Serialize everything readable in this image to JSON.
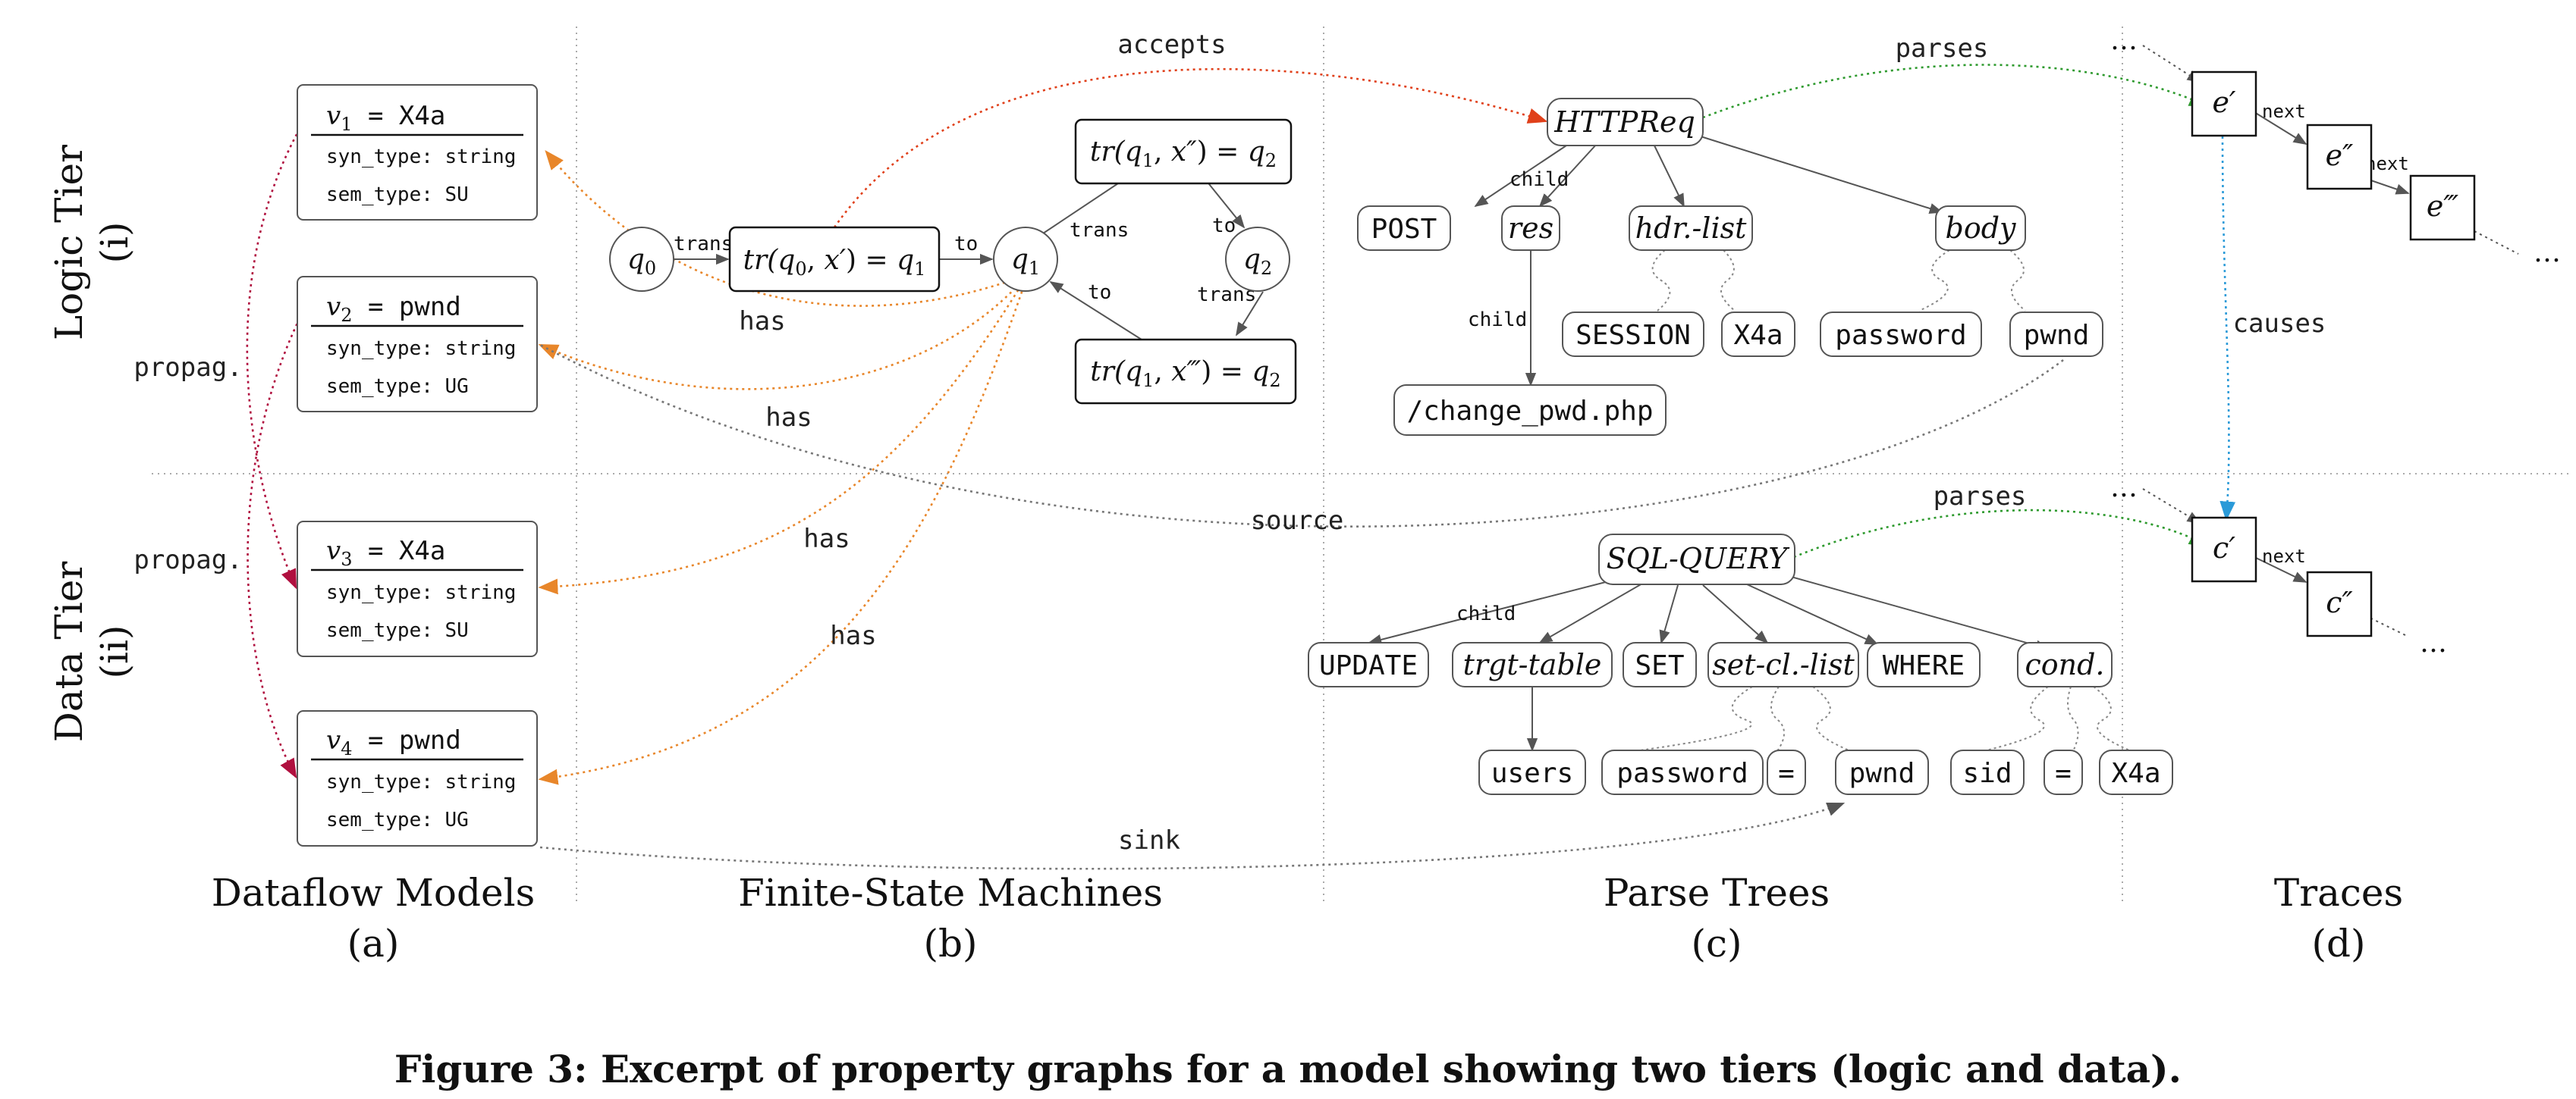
{
  "colors": {
    "orange": "#e8862a",
    "magenta": "#b0103f",
    "green": "#2e9a2e",
    "blue": "#2a9ad8",
    "red": "#e0401a",
    "gray": "#777777",
    "dark": "#333333"
  },
  "tiers": {
    "logic": {
      "name": "Logic Tier",
      "num": "(i)"
    },
    "data": {
      "name": "Data Tier",
      "num": "(ii)"
    }
  },
  "columns": [
    {
      "title": "Dataflow Models",
      "label": "(a)"
    },
    {
      "title": "Finite-State Machines",
      "label": "(b)"
    },
    {
      "title": "Parse Trees",
      "label": "(c)"
    },
    {
      "title": "Traces",
      "label": "(d)"
    }
  ],
  "dataflow": {
    "boxes": [
      {
        "name": "v",
        "sub": "1",
        "value": "X4a",
        "syn": "syn_type: string",
        "sem": "sem_type: SU"
      },
      {
        "name": "v",
        "sub": "2",
        "value": "pwnd",
        "syn": "syn_type: string",
        "sem": "sem_type: UG"
      },
      {
        "name": "v",
        "sub": "3",
        "value": "X4a",
        "syn": "syn_type: string",
        "sem": "sem_type: SU"
      },
      {
        "name": "v",
        "sub": "4",
        "value": "pwnd",
        "syn": "syn_type: string",
        "sem": "sem_type: UG"
      }
    ],
    "propag_label": "propag."
  },
  "fsm": {
    "states": {
      "q0": "q",
      "q0_sub": "0",
      "q1": "q",
      "q1_sub": "1",
      "q2": "q",
      "q2_sub": "2"
    },
    "transitions": {
      "t0": {
        "pre": "tr(",
        "q": "q",
        "qs": "0",
        "x": "x′",
        "rq": "q",
        "rqs": "1"
      },
      "t1": {
        "pre": "tr(",
        "q": "q",
        "qs": "1",
        "x": "x″",
        "rq": "q",
        "rqs": "2"
      },
      "t2": {
        "pre": "tr(",
        "q": "q",
        "qs": "1",
        "x": "x‴",
        "rq": "q",
        "rqs": "2"
      }
    },
    "edge_labels": {
      "trans": "trans",
      "to": "to"
    }
  },
  "parse_logic": {
    "root": "HTTPReq",
    "children": [
      "POST",
      "res",
      "hdr.-list",
      "body"
    ],
    "res_child": "/change_pwd.php",
    "hdr_children": [
      "SESSION",
      "X4a"
    ],
    "body_children": [
      "password",
      "pwnd"
    ],
    "child_label": "child"
  },
  "parse_data": {
    "root": "SQL-QUERY",
    "children": [
      "UPDATE",
      "trgt-table",
      "SET",
      "set-cl.-list",
      "WHERE",
      "cond."
    ],
    "trgt_child": "users",
    "set_children": [
      "password",
      "=",
      "pwnd"
    ],
    "cond_children": [
      "sid",
      "=",
      "X4a"
    ],
    "child_label": "child"
  },
  "traces": {
    "logic": [
      "e′",
      "e″",
      "e‴"
    ],
    "data": [
      "c′",
      "c″"
    ],
    "next_label": "next",
    "ellipsis": "…",
    "causes_label": "causes"
  },
  "cross_labels": {
    "accepts": "accepts",
    "parses_top": "parses",
    "parses_bottom": "parses",
    "has1": "has",
    "has2": "has",
    "has3": "has",
    "has4": "has",
    "source": "source",
    "sink": "sink"
  },
  "caption": "Figure 3: Excerpt of property graphs for a model showing two tiers (logic and data)."
}
